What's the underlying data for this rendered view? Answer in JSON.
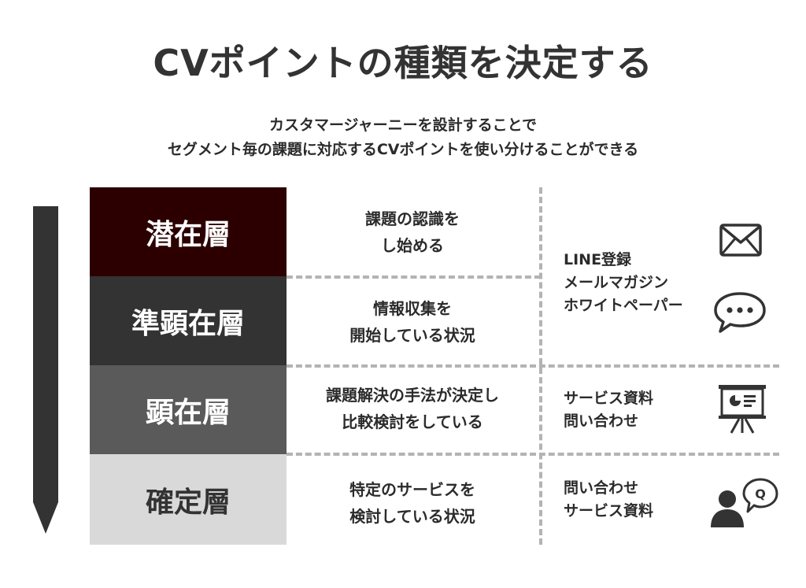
{
  "title": "CVポイントの種類を決定する",
  "subtitle": {
    "line1": "カスタマージャーニーを設計することで",
    "line2": "セグメント毎の課題に対応するCVポイントを使い分けることができる"
  },
  "layers": [
    {
      "name": "潜在層",
      "desc_line1": "課題の認識を",
      "desc_line2": "し始める"
    },
    {
      "name": "準顕在層",
      "desc_line1": "情報収集を",
      "desc_line2": "開始している状況"
    },
    {
      "name": "顕在層",
      "desc_line1": "課題解決の手法が決定し",
      "desc_line2": "比較検討をしている"
    },
    {
      "name": "確定層",
      "desc_line1": "特定のサービスを",
      "desc_line2": "検討している状況"
    }
  ],
  "cv_points": [
    {
      "lines": [
        "LINE登録",
        "メールマガジン",
        "ホワイトペーパー"
      ],
      "icons": [
        "mail-icon",
        "chat-bubble-icon"
      ]
    },
    {
      "lines": [
        "サービス資料",
        "問い合わせ"
      ],
      "icons": [
        "presentation-board-icon"
      ]
    },
    {
      "lines": [
        "問い合わせ",
        "サービス資料"
      ],
      "icons": [
        "person-question-icon"
      ]
    }
  ],
  "colors": {
    "layer1": "#2c0000",
    "layer2": "#333333",
    "layer3": "#5a5a5a",
    "layer4": "#d9d9d9",
    "arrow": "#333333",
    "dash": "#b3b3b3"
  }
}
